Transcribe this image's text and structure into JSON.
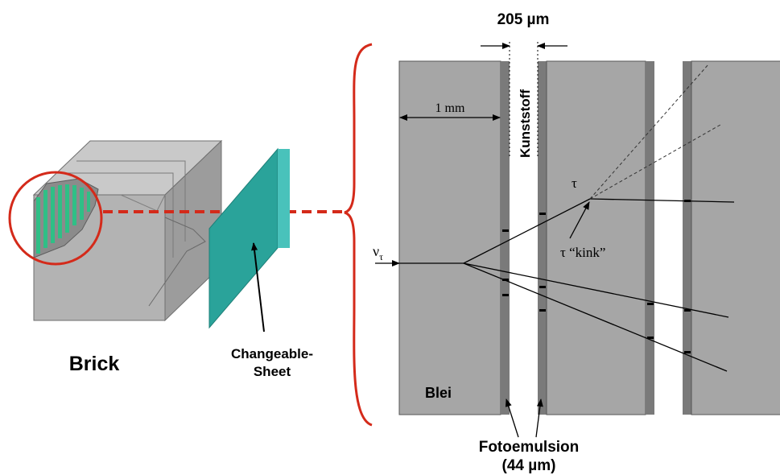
{
  "labels": {
    "width_label": "205 µm",
    "lead_thickness": "1 mm",
    "plastic": "Kunststoff",
    "tau": "τ",
    "tau_kink": "τ “kink”",
    "neutrino_main": "ν",
    "neutrino_sub": "τ",
    "lead": "Blei",
    "emulsion_line1": "Fotoemulsion",
    "emulsion_line2": "(44 µm)",
    "brick": "Brick",
    "sheet_line1": "Changeable-",
    "sheet_line2": "Sheet"
  },
  "colors": {
    "lead": "#a6a6a6",
    "emulsion": "#7a7a7a",
    "brick_front": "#b3b3b3",
    "brick_top": "#c9c9c9",
    "brick_side": "#9c9c9c",
    "sheet": "#2aa39a",
    "sheet_edge": "#5fd6d0",
    "highlight": "#d42a1a",
    "stripe": "#2fbf86"
  }
}
